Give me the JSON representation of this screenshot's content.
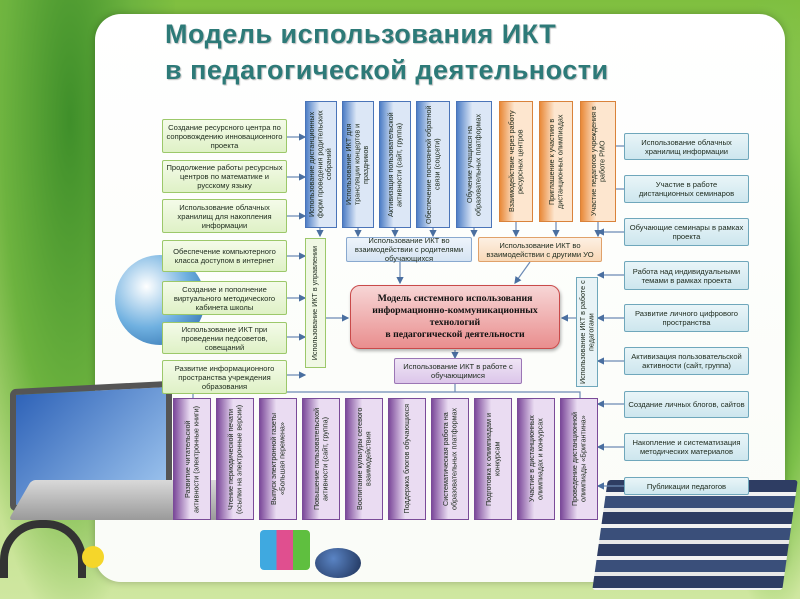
{
  "title": {
    "line1": "Модель использования ИКТ",
    "line2": "в педагогической деятельности"
  },
  "center": {
    "line1": "Модель системного использования",
    "line2": "информационно-коммуникационных",
    "line3": "технологий",
    "line4": "в педагогической деятельности"
  },
  "management_label": "Использование ИКТ в управлении",
  "parents_label": "Использование ИКТ во взаимодействии с родителями обучающихся",
  "other_label": "Использование ИКТ во взаимодействии с другими УО",
  "teachers_label": "Использование ИКТ в работе с педагогами",
  "students_label": "Использование ИКТ в работе с обучающимися",
  "left_items": [
    "Создание ресурсного центра по сопровождению инновационного проекта",
    "Продолжение работы ресурсных центров по математике и русскому языку",
    "Использование облачных хранилищ для накопления информации",
    "Обеспечение компьютерного класса доступом в интернет",
    "Создание и пополнение виртуального методического кабинета школы",
    "Использование ИКТ при проведении педсоветов, совещаний",
    "Развитие информационного пространства учреждения образования"
  ],
  "parents_items": [
    "Использование дистанционных форм проведения родительских собраний",
    "Использование ИКТ для трансляции концертов и праздников",
    "Активизация пользовательской активности (сайт, группа)",
    "Обеспечение постоянной обратной связи (соцсети)",
    "Обучение учащихся на образовательных платформах"
  ],
  "other_items": [
    "Взаимодействие через работу ресурсных центров",
    "Приглашение к участию в дистанционных олимпиадах",
    "Участие педагогов учреждения в работе РМО"
  ],
  "right_items": [
    "Использование облачных хранилищ информации",
    "Участие в работе дистанционных семинаров",
    "Обучающие семинары в рамках проекта",
    "Работа над индивидуальными темами в рамках проекта",
    "Развитие личного цифрового пространства",
    "Активизация пользовательской активности (сайт, группа)",
    "Создание личных блогов, сайтов",
    "Накопление и систематизация методических материалов",
    "Публикации педагогов"
  ],
  "student_items": [
    "Развитие читательской активности (электронные книги)",
    "Чтение периодической печати (ссылки на электронные версии)",
    "Выпуск электронной газеты «Большая перемена»",
    "Повышение пользовательской активности (сайт, группа)",
    "Воспитание культуры сетевого взаимодействия",
    "Поддержка блогов обучающихся",
    "Систематическая работа на образовательных платформах",
    "Подготовка к олимпиадам и конкурсам",
    "Участие в дистанционных олимпиадах и конкурсах",
    "Проведение дистанционной олимпиады «Бригантина»"
  ]
}
